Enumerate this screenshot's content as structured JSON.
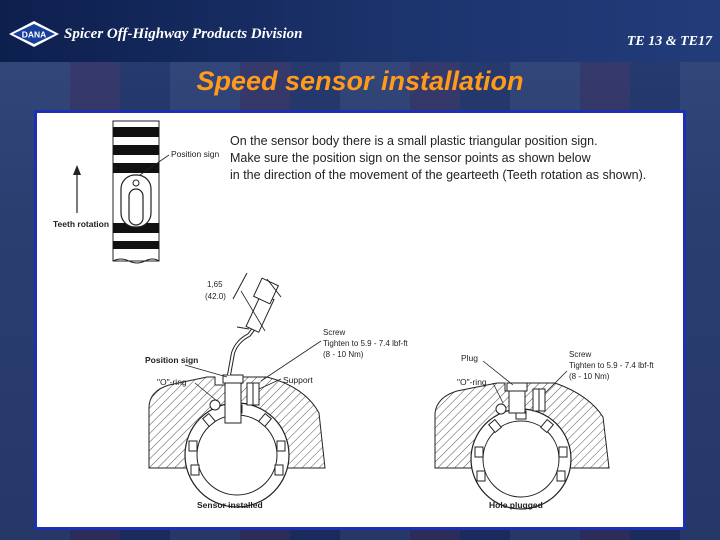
{
  "header": {
    "logo_text": "DANA",
    "division": "Spicer Off-Highway Products Division",
    "code": "TE 13 & TE17"
  },
  "title": "Speed sensor installation",
  "instructions": [
    "On the sensor body there is a small plastic triangular position sign.",
    "Make sure the position sign on the sensor points as shown below",
    "in the direction of the movement of the gearteeth (Teeth rotation as shown)."
  ],
  "diagram_labels": {
    "position_sign_top": "Position sign",
    "teeth_rotation": "Teeth rotation",
    "dim_mm": "1,65",
    "dim_in": "(42.0)",
    "screw_left": "Screw",
    "tighten_left": "Tighten to 5.9 - 7.4 lbf-ft",
    "torque_left": "(8 - 10 Nm)",
    "position_sign_left": "Position sign",
    "oring_left": "\"O\"-ring",
    "support": "Support",
    "sensor_installed": "Sensor installed",
    "plug": "Plug",
    "screw_right": "Screw",
    "tighten_right": "Tighten to 5.9 - 7.4 lbf-ft",
    "torque_right": "(8 - 10 Nm)",
    "oring_right": "\"O\"-ring",
    "hole_plugged": "Hole plugged"
  }
}
